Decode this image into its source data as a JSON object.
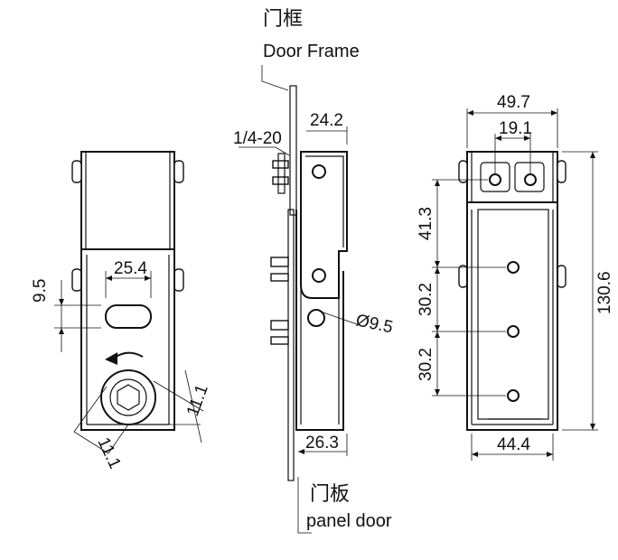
{
  "labels": {
    "frame_cn": "门框",
    "frame_en": "Door Frame",
    "panel_cn": "门板",
    "panel_en": "panel door"
  },
  "front_view": {
    "slot_width": "25.4",
    "slot_height": "9.5",
    "hex_size_a": "11.1",
    "hex_size_b": "11.1"
  },
  "side_view": {
    "thread": "1/4-20",
    "top_depth": "24.2",
    "hole_diameter": "Ø9.5",
    "bottom_depth": "26.3"
  },
  "back_view": {
    "overall_width": "49.7",
    "hole_spacing": "19.1",
    "offset_top": "41.3",
    "pitch_1": "30.2",
    "pitch_2": "30.2",
    "overall_height": "130.6",
    "body_width": "44.4"
  }
}
